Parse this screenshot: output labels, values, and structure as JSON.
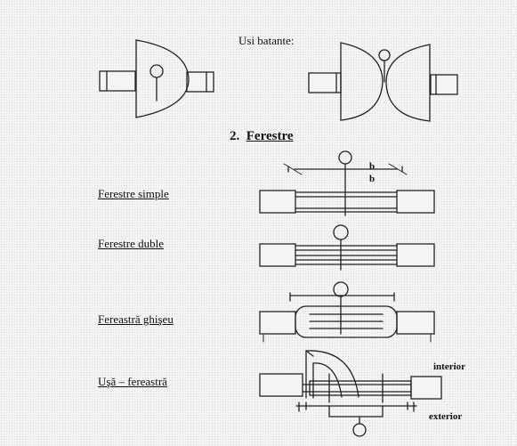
{
  "doors_section": {
    "title": "Usi batante:"
  },
  "windows_section": {
    "number": "2.",
    "title": "Ferestre"
  },
  "rows": {
    "simple": {
      "label": "Ferestre simple",
      "dim_top": "b",
      "dim_bottom": "b"
    },
    "double": {
      "label": "Ferestre duble"
    },
    "hatch": {
      "label": "Fereastră ghişeu"
    },
    "door_window": {
      "label": "Uşă – fereastră",
      "interior": "interior",
      "exterior": "exterior"
    }
  }
}
